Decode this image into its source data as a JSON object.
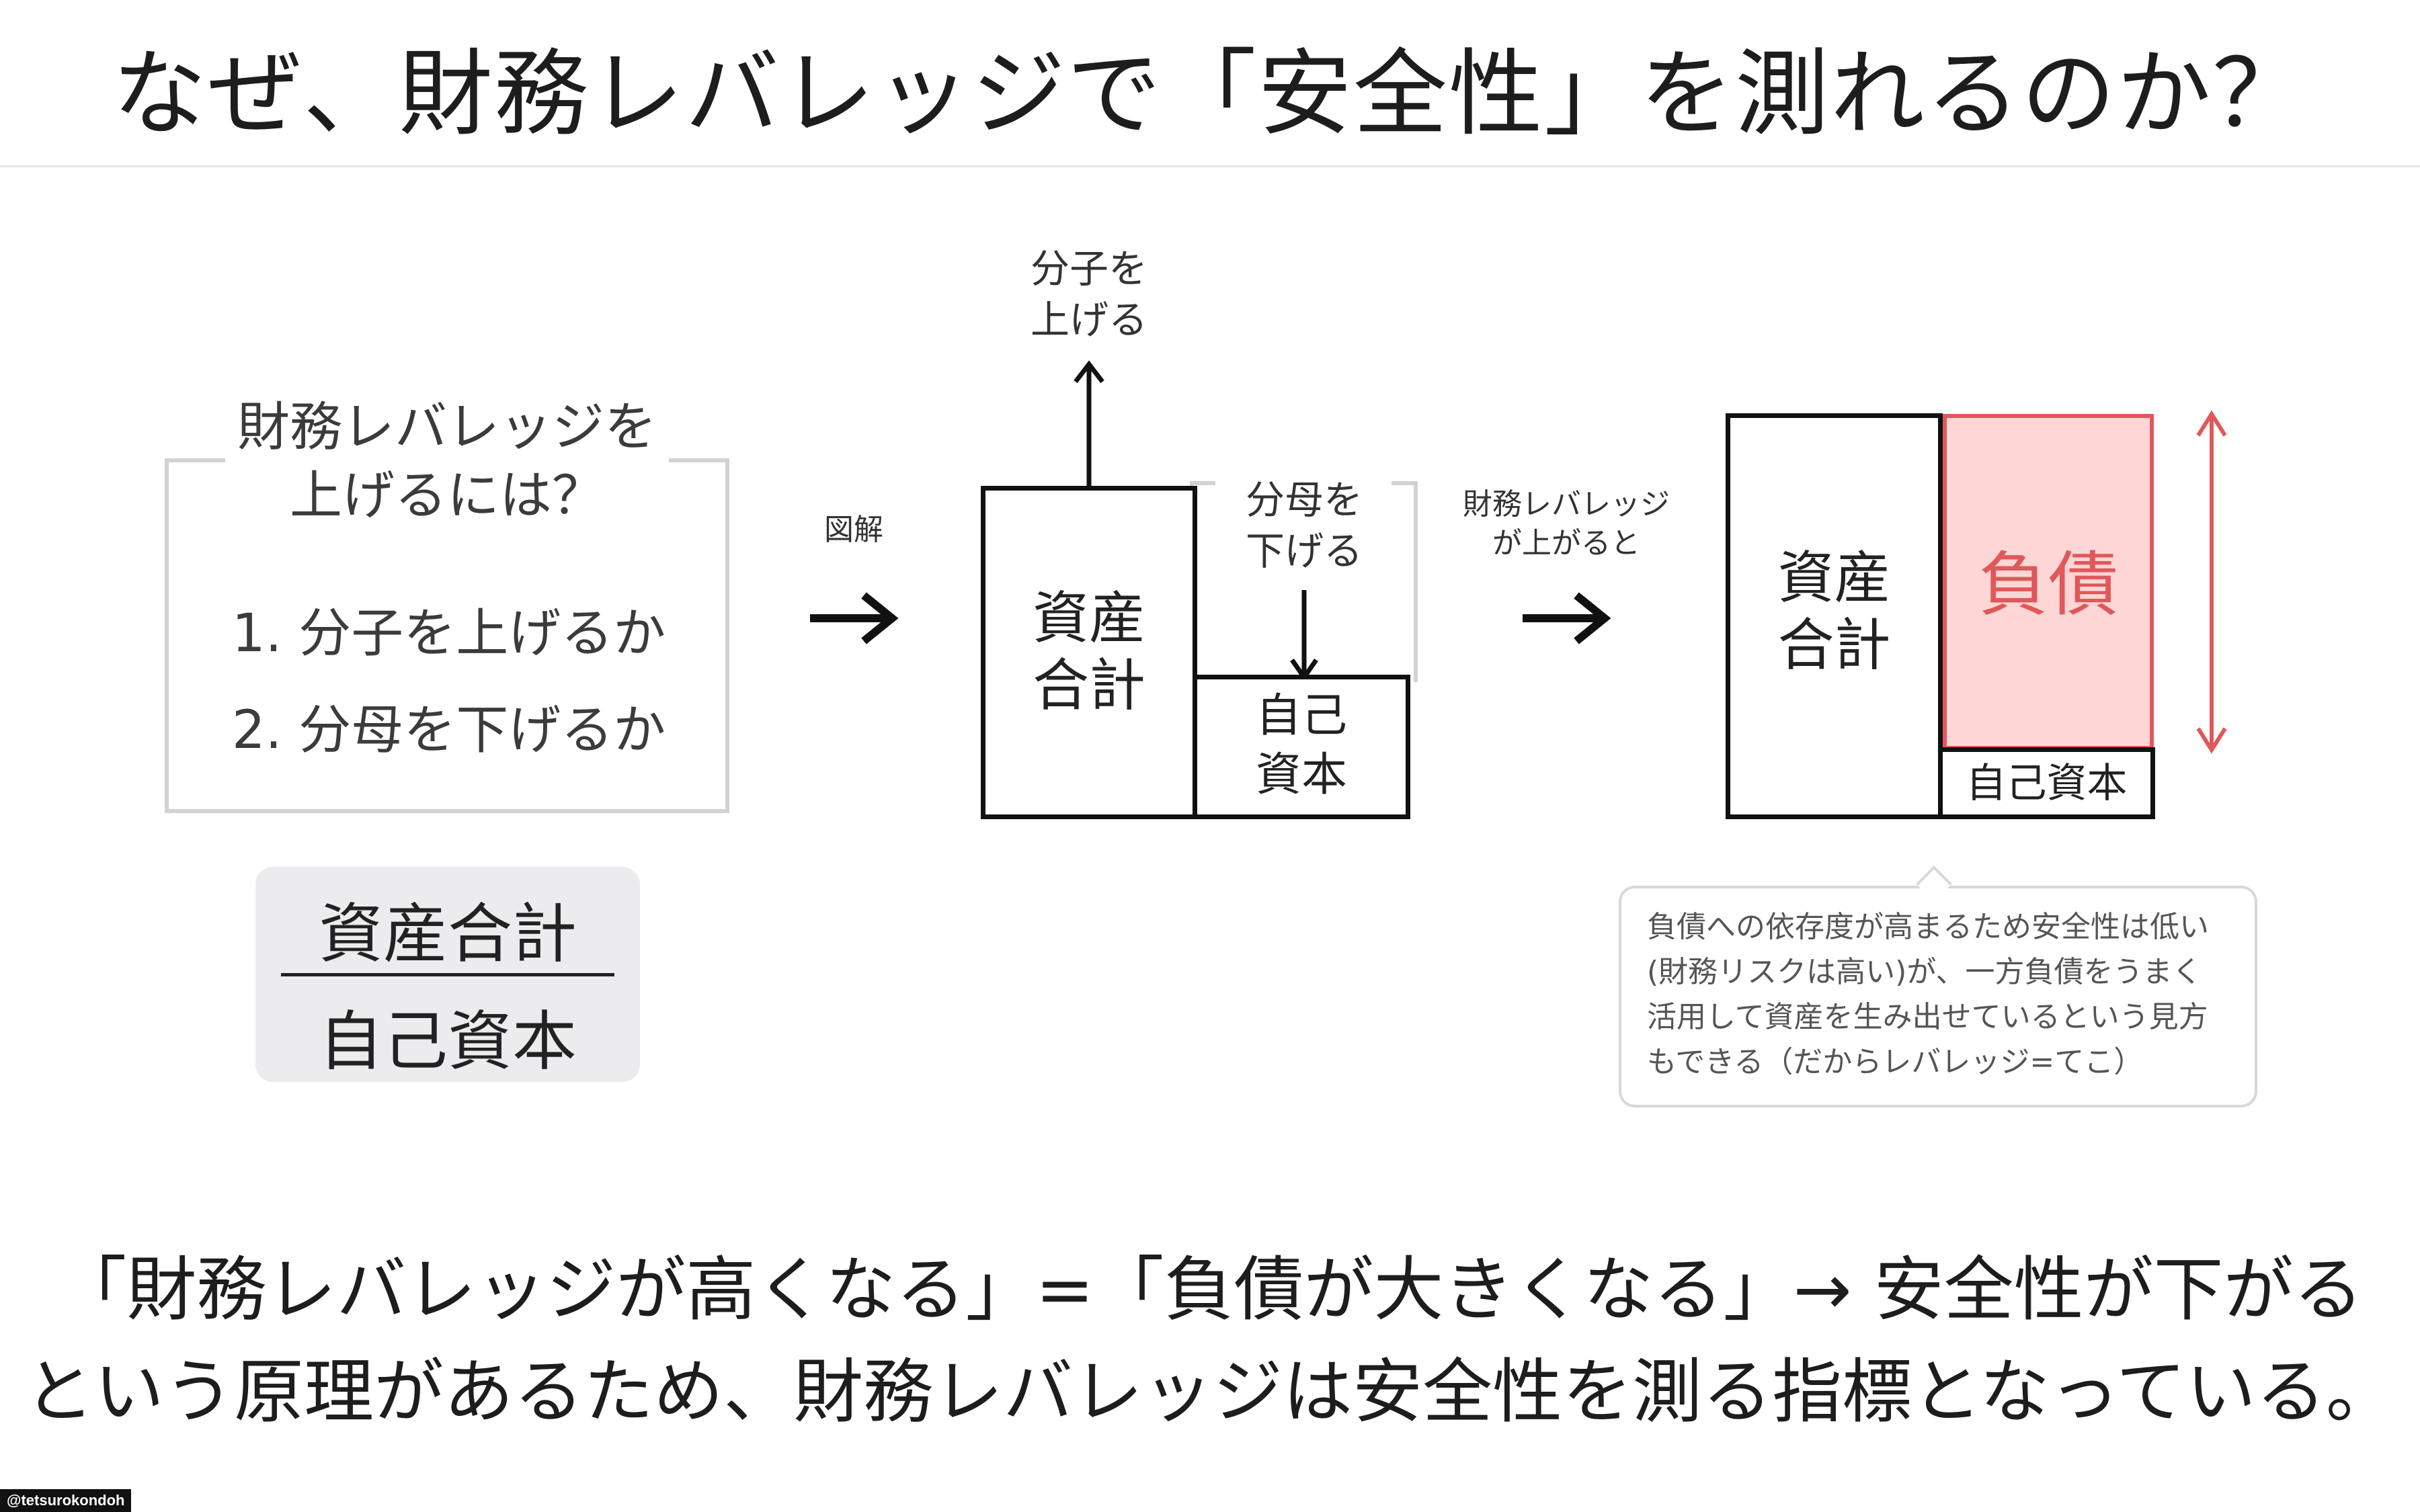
{
  "title": "なぜ、財務レバレッジで「安全性」を測れるのか？",
  "question": {
    "heading_line1": "財務レバレッジを",
    "heading_line2": "上げるには？",
    "item1": "1. 分子を上げるか",
    "item2": "2. 分母を下げるか"
  },
  "formula": {
    "numerator": "資産合計",
    "denominator": "自己資本"
  },
  "middle_diagram": {
    "arrow_label": "図解",
    "numerator_up_line1": "分子を",
    "numerator_up_line2": "上げる",
    "denominator_down_line1": "分母を",
    "denominator_down_line2": "下げる",
    "assets_line1": "資産",
    "assets_line2": "合計",
    "equity_line1": "自己",
    "equity_line2": "資本"
  },
  "right_diagram": {
    "arrow_label_line1": "財務レバレッジ",
    "arrow_label_line2": "が上がると",
    "assets_line1": "資産",
    "assets_line2": "合計",
    "liabilities": "負債",
    "equity": "自己資本"
  },
  "callout": {
    "text": "負債への依存度が高まるため安全性は低い\n(財務リスクは高い)が、一方負債をうまく\n活用して資産を生み出せているという見方\nもできる（だからレバレッジ=てこ）"
  },
  "conclusion": {
    "line1": "「財務レバレッジが高くなる」=「負債が大きくなる」→ 安全性が下がる",
    "line2": "という原理があるため、財務レバレッジは安全性を測る指標となっている。"
  },
  "credit": "@tetsurokondoh",
  "colors": {
    "liability_fill": "#ffd6d6",
    "liability_stroke": "#e0585a",
    "arrow_red": "#e0585a",
    "frame_gray": "#d2d2d2",
    "card_gray": "#ececee"
  }
}
